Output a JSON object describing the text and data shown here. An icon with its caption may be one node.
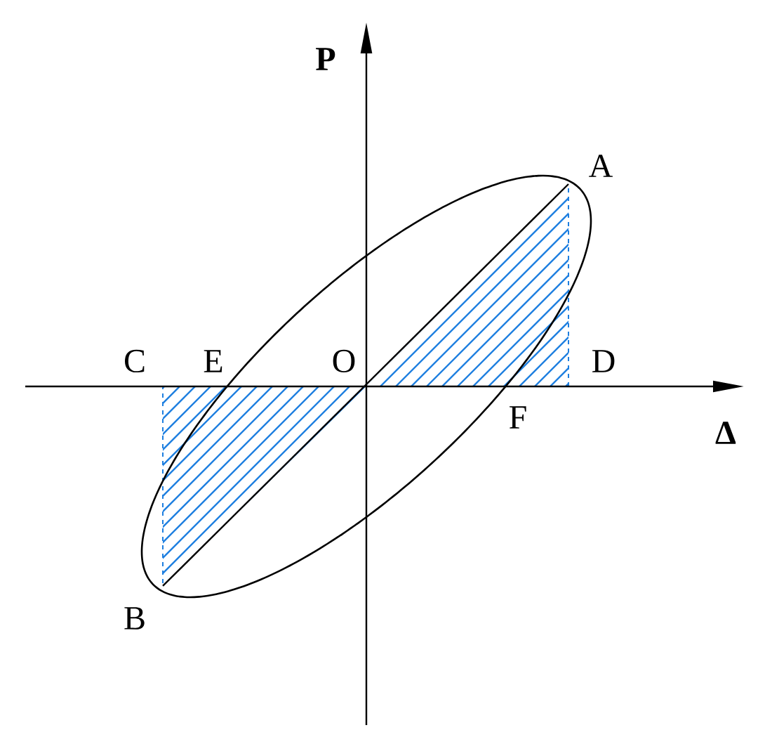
{
  "diagram": {
    "labels": [
      "P",
      "Δ",
      "A",
      "B",
      "C",
      "D",
      "E",
      "O",
      "F"
    ]
  }
}
